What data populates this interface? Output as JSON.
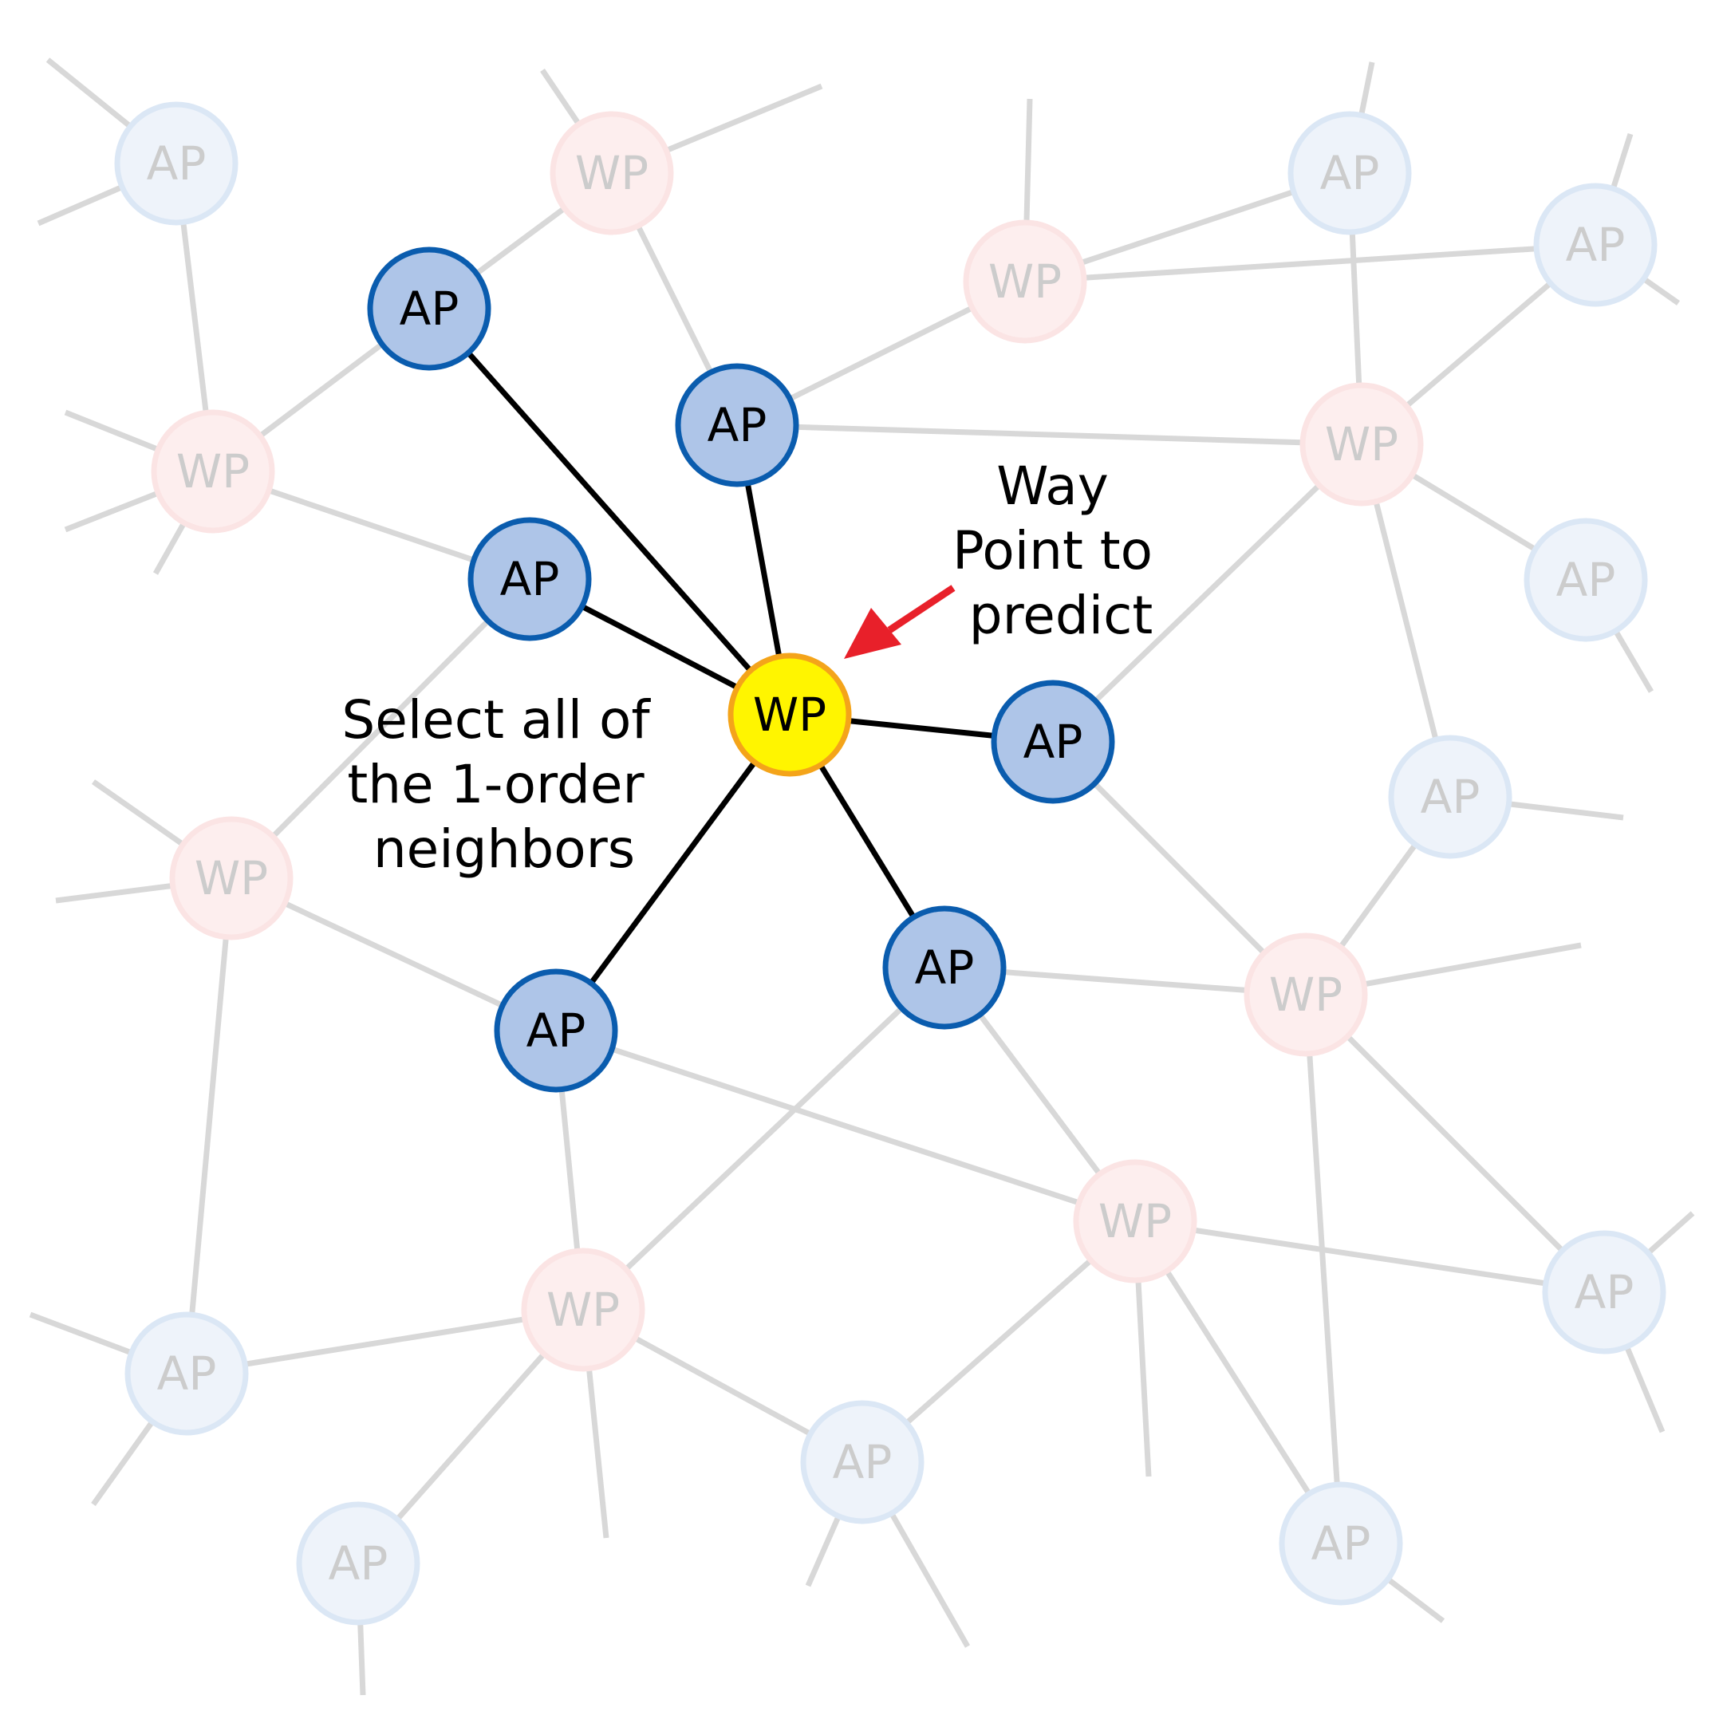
{
  "diagram": {
    "colors": {
      "faded_edge": "#d8d8d8",
      "active_edge": "#000000",
      "faded_ap_fill": "#eef3fa",
      "faded_ap_stroke": "#dbe7f5",
      "faded_wp_fill": "#fdeeee",
      "faded_wp_stroke": "#fbe4e4",
      "faded_text": "#cccccc",
      "active_ap_fill": "#aec5e8",
      "active_ap_stroke": "#0a5cae",
      "target_fill": "#fff500",
      "target_stroke": "#f4a41a",
      "arrow": "#e8202a"
    },
    "labels": {
      "ap": "AP",
      "wp": "WP"
    },
    "annotation_target": [
      "Way",
      "Point to",
      "predict"
    ],
    "annotation_select": [
      "Select all of",
      "the 1-order",
      "neighbors"
    ],
    "target_icon": "red-arrow-icon"
  }
}
